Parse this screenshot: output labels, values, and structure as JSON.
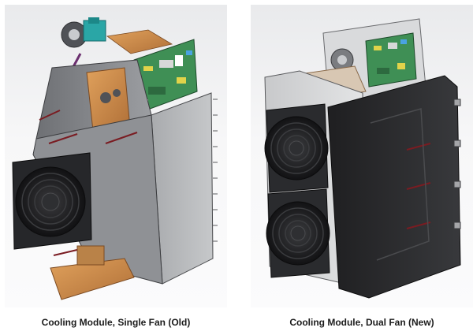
{
  "figures": [
    {
      "caption": "Cooling Module, Single Fan (Old)",
      "image": "single-fan-cooling-module-render",
      "fan_count": 1
    },
    {
      "caption": "Cooling Module, Dual Fan (New)",
      "image": "dual-fan-cooling-module-render",
      "fan_count": 2
    }
  ],
  "colors": {
    "housing_grey": "#8a8c90",
    "dark_housing": "#2b2b2d",
    "pcb_green": "#3f8f55",
    "copper_bracket": "#c98a4b",
    "fan_black": "#1e1e20",
    "teal_motor": "#2aa6a6"
  }
}
